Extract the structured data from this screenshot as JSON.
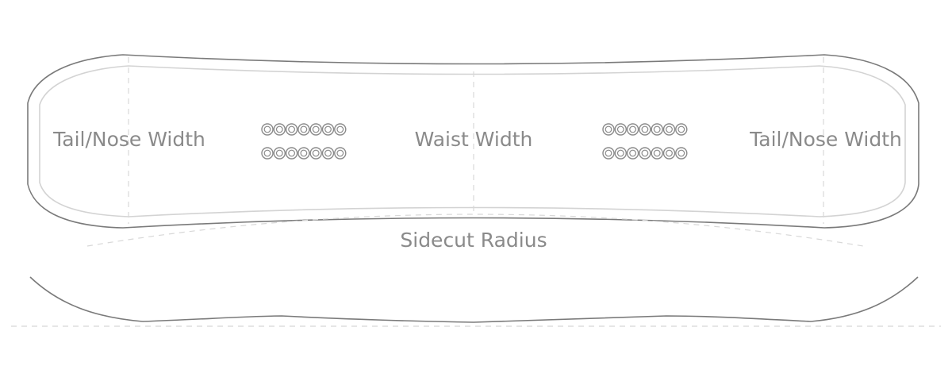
{
  "labels": {
    "tail_width": "Tail/Nose Width",
    "waist_width": "Waist Width",
    "nose_width": "Tail/Nose Width",
    "sidecut_radius": "Sidecut Radius"
  },
  "insert_patterns": {
    "left": {
      "rows": 2,
      "per_row": 7
    },
    "right": {
      "rows": 2,
      "per_row": 7
    }
  },
  "colors": {
    "outline": "#7a7a7a",
    "inner_outline": "#d3d3d3",
    "guide": "#d8d8d8",
    "text": "#8a8a8a"
  }
}
